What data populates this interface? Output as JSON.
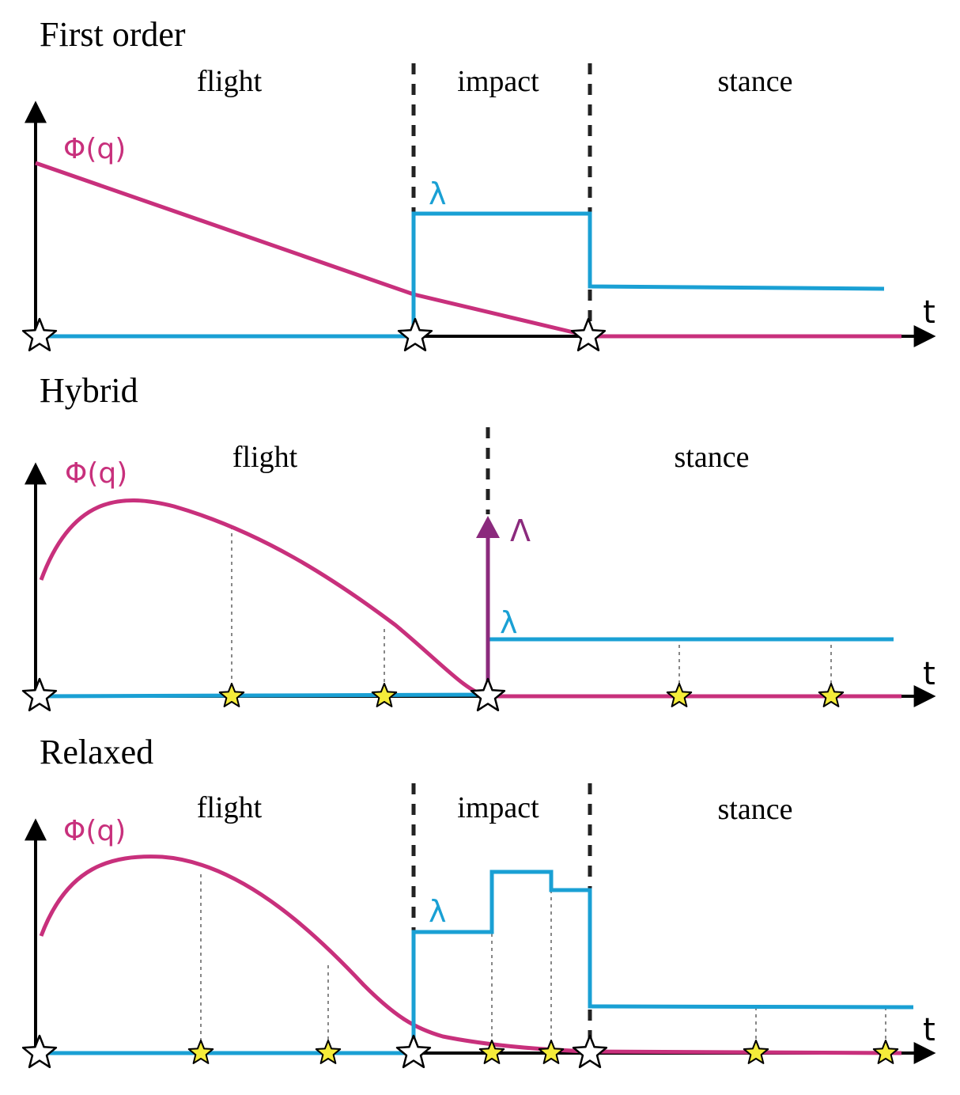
{
  "colors": {
    "phi": "#c8307c",
    "lambda": "#1aa0d4",
    "impulse": "#8b2a7d",
    "axis": "#000000",
    "knot": "#f5ec3a",
    "endpoint": "#ffffff"
  },
  "labels": {
    "phi": "Φ(q)",
    "lambda": "λ",
    "Lambda": "Λ",
    "t": "t"
  },
  "panels": [
    {
      "title": "First order",
      "phases": [
        "flight",
        "impact",
        "stance"
      ]
    },
    {
      "title": "Hybrid",
      "phases": [
        "flight",
        "stance"
      ]
    },
    {
      "title": "Relaxed",
      "phases": [
        "flight",
        "impact",
        "stance"
      ]
    }
  ],
  "icons": {
    "endpoint": "white-star-icon",
    "knot": "yellow-star-icon",
    "arrow": "arrowhead-icon"
  }
}
